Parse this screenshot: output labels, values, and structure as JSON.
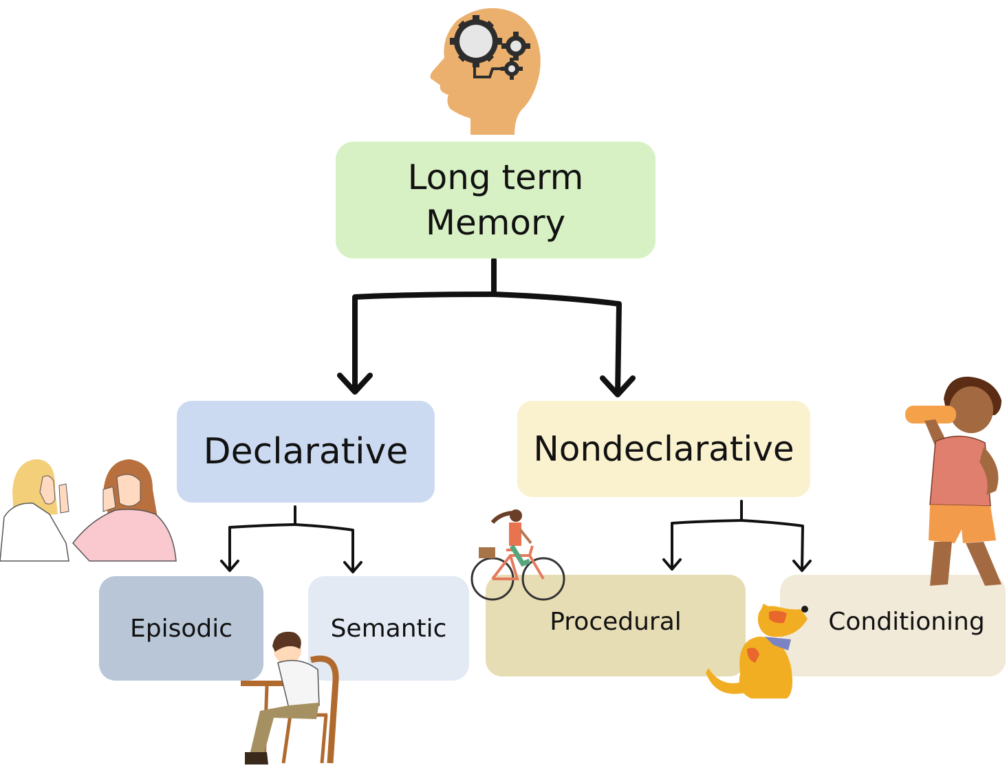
{
  "diagram": {
    "root": {
      "line1": "Long term",
      "line2": "Memory",
      "color": "#d8f1c4"
    },
    "declarative": {
      "label": "Declarative",
      "color": "#cbdaf0"
    },
    "nondeclarative": {
      "label": "Nondeclarative",
      "color": "#faf1cf"
    },
    "episodic": {
      "label": "Episodic",
      "color": "#b8c6d8"
    },
    "semantic": {
      "label": "Semantic",
      "color": "#e3eaf4"
    },
    "procedural": {
      "label": "Procedural",
      "color": "#e7ddb5"
    },
    "conditioning": {
      "label": "Conditioning",
      "color": "#f1ead8"
    }
  }
}
